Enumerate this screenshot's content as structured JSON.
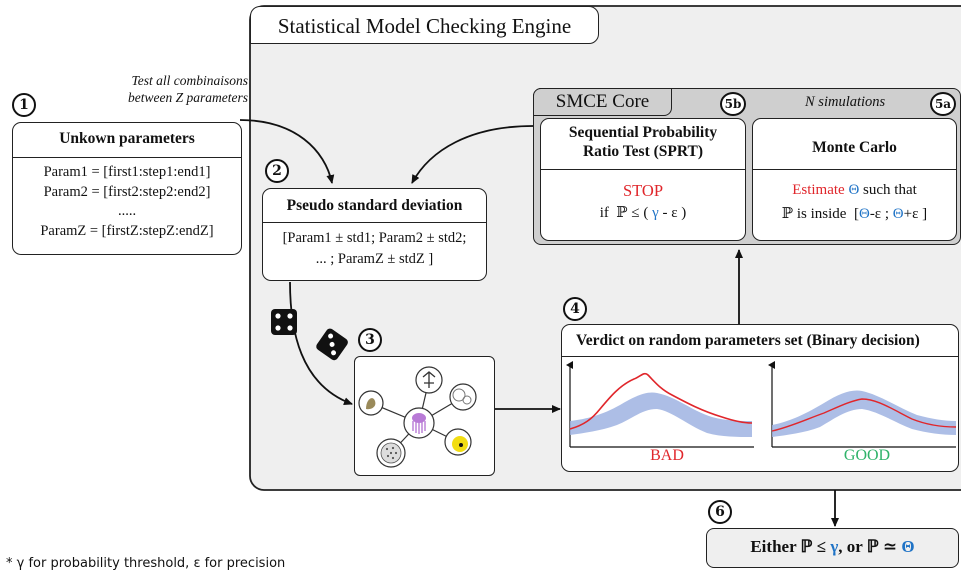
{
  "engine": {
    "title": "Statistical Model Checking Engine"
  },
  "core": {
    "title": "SMCE Core",
    "n_sim_label": "N simulations"
  },
  "unknown": {
    "step": "1",
    "title": "Unkown parameters",
    "lines": [
      "Param1 = [first1:step1:end1]",
      "Param2 = [first2:step2:end2]",
      ".....",
      "ParamZ = [firstZ:stepZ:endZ]"
    ]
  },
  "note_test": {
    "line1": "Test all combinaisons",
    "line2": "between Z parameters"
  },
  "pseudo": {
    "step": "2",
    "title": "Pseudo standard deviation",
    "line1": "[Param1 ± std1; Param2 ± std2;",
    "line2": "... ; ParamZ ± stdZ ]"
  },
  "sim": {
    "step": "3"
  },
  "verdict": {
    "step": "4",
    "title": "Verdict on random parameters set (Binary decision)",
    "bad_label": "BAD",
    "good_label": "GOOD",
    "colors": {
      "band": "#9fb3e2",
      "curve": "#e0262b"
    }
  },
  "sprt": {
    "step": "5b",
    "title_line1": "Sequential Probability",
    "title_line2": "Ratio Test (SPRT)",
    "stop": "STOP",
    "cond_if": "if",
    "cond_p": "ℙ ≤ (",
    "cond_gamma": "γ",
    "cond_rest": "- ε )"
  },
  "monte": {
    "step": "5a",
    "title": "Monte Carlo",
    "estimate": "Estimate",
    "theta": "Θ",
    "such_that": "such that",
    "inside": "ℙ is inside",
    "bracket_open": "[",
    "th1": "Θ",
    "minus_eps": "-ε ;",
    "th2": "Θ",
    "plus_eps": "+ε ]"
  },
  "result": {
    "step": "6",
    "either": "Either ℙ ≤",
    "gamma": "γ",
    "or": ", or ℙ ≃",
    "theta": "Θ"
  },
  "footnote": "* γ for probability threshold, ε for precision"
}
